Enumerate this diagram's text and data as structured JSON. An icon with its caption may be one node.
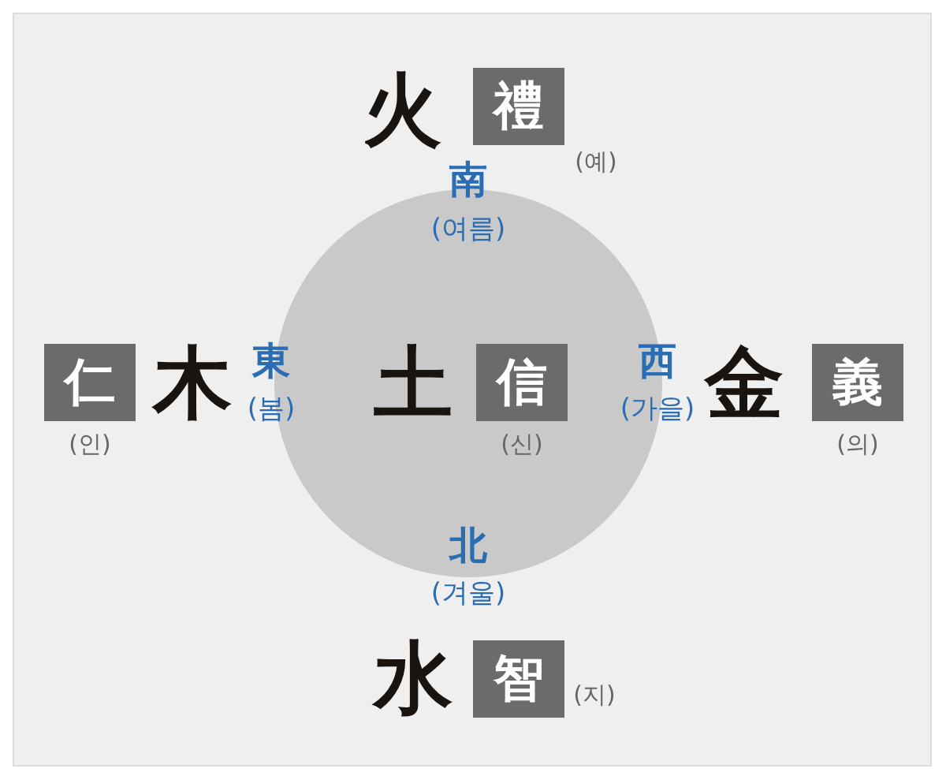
{
  "diagram": {
    "nodes": [
      {
        "text": [
          "禮"
        ],
        "beside": [
          "(예)"
        ]
      },
      {
        "text": [
          "仁"
        ],
        "beside": [
          "(인)"
        ]
      },
      {
        "text": [
          "信"
        ],
        "beside": [
          "(신)"
        ]
      },
      {
        "text": [
          "義"
        ],
        "beside": [
          "(의)"
        ]
      },
      {
        "text": [
          "智"
        ],
        "beside": [
          "(지)"
        ]
      }
    ],
    "labels": [
      "火",
      "南",
      "(여름)",
      "木",
      "東",
      "(봄)",
      "土",
      "西",
      "(가을)",
      "金",
      "北",
      "(겨울)",
      "水"
    ]
  }
}
